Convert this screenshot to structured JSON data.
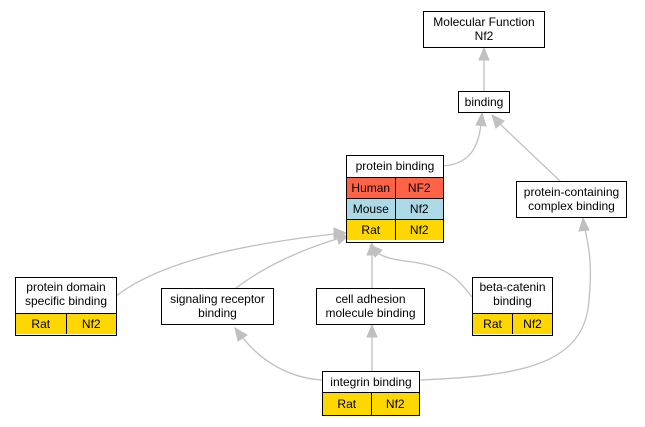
{
  "colors": {
    "human": "#ff6347",
    "mouse": "#add8e6",
    "rat": "#ffd700",
    "edge": "#c0c0c0"
  },
  "nodes": {
    "mf": {
      "title": "Molecular Function\nNf2"
    },
    "binding": {
      "title": "binding"
    },
    "protein_binding": {
      "title": "protein binding",
      "rows": [
        {
          "species": "Human",
          "gene": "NF2",
          "color": "human"
        },
        {
          "species": "Mouse",
          "gene": "Nf2",
          "color": "mouse"
        },
        {
          "species": "Rat",
          "gene": "Nf2",
          "color": "rat"
        }
      ]
    },
    "complex_binding": {
      "title": "protein-containing\ncomplex binding"
    },
    "domain_binding": {
      "title": "protein domain\nspecific binding",
      "rows": [
        {
          "species": "Rat",
          "gene": "Nf2",
          "color": "rat"
        }
      ]
    },
    "signaling": {
      "title": "signaling receptor\nbinding"
    },
    "cell_adhesion": {
      "title": "cell adhesion\nmolecule binding"
    },
    "beta_catenin": {
      "title": "beta-catenin\nbinding",
      "rows": [
        {
          "species": "Rat",
          "gene": "Nf2",
          "color": "rat"
        }
      ]
    },
    "integrin": {
      "title": "integrin binding",
      "rows": [
        {
          "species": "Rat",
          "gene": "Nf2",
          "color": "rat"
        }
      ]
    }
  }
}
